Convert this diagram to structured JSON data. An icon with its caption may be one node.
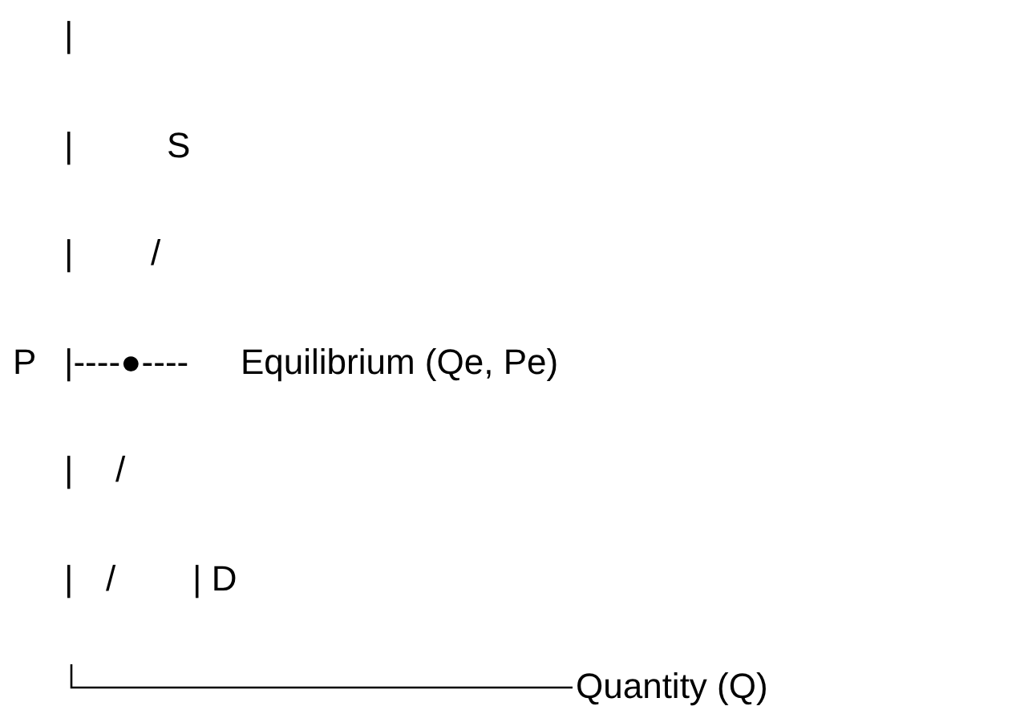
{
  "diagram": {
    "labels": [
      "|",
      "|",
      "S",
      "|",
      "/",
      "P",
      "|----●----",
      "Equilibrium (Qe, Pe)",
      "|",
      "/",
      "|",
      "/",
      "| D",
      "Quantity (Q)"
    ]
  }
}
